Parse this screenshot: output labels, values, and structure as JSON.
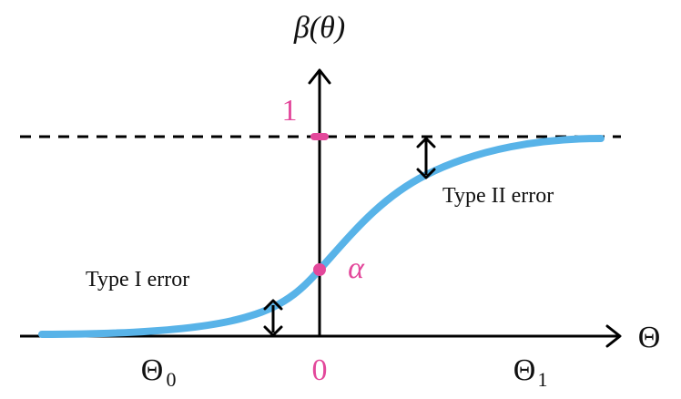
{
  "axes": {
    "y_label": "β(θ)",
    "x_label": "Θ"
  },
  "markers": {
    "one": "1",
    "alpha": "α",
    "zero": "0"
  },
  "regions": {
    "theta0": "Θ",
    "theta0_sub": "0",
    "theta1": "Θ",
    "theta1_sub": "1"
  },
  "annotations": {
    "type1": "Type I error",
    "type2": "Type II error"
  },
  "colors": {
    "curve": "#58B3E8",
    "accent": "#E3489B",
    "axis": "#000000",
    "text": "#111111"
  }
}
